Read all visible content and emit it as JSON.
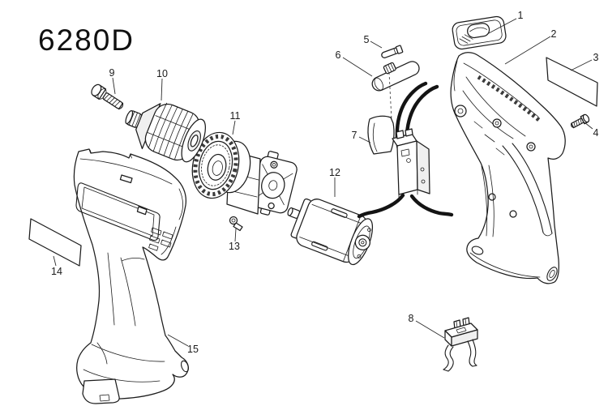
{
  "diagram": {
    "model_number": "6280D",
    "part_labels": [
      "1",
      "2",
      "3",
      "4",
      "5",
      "6",
      "7",
      "8",
      "9",
      "10",
      "11",
      "12",
      "13",
      "14",
      "15"
    ]
  }
}
